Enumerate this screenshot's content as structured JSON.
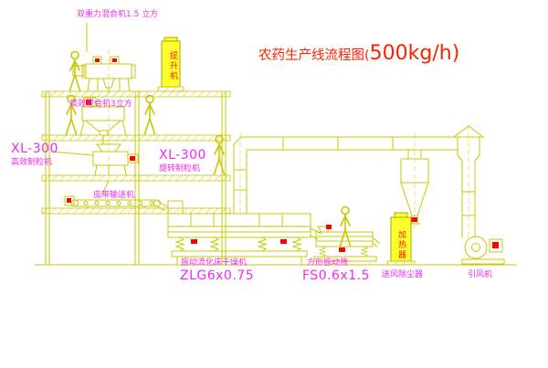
{
  "diagram": {
    "title_prefix": "农药生产线流程图(",
    "title_capacity": "500kg/h)",
    "labels": {
      "mixer_top": "双重力混合机1.5 立方",
      "mixer_mid": "高效混合机3立方",
      "granulator_left_model": "XL-300",
      "granulator_left_name": "高效制粒机",
      "granulator_mid_model": "XL-300",
      "granulator_mid_name": "旋转制粒机",
      "belt_conveyor": "皮带输送机",
      "dryer_name": "振动流化床干燥机",
      "dryer_model": "ZLG6x0.75",
      "sieve_name": "方形振动筛",
      "sieve_model": "FS0.6x1.5",
      "air_dust_filter": "送风除尘器",
      "induced_fan": "引风机",
      "cabinet_top": "提升机",
      "cabinet_right": "加热器"
    },
    "colors": {
      "background": "#ffffff",
      "line_yellow": "#c8c800",
      "label_magenta": "#ee2bee",
      "title_red": "#ff2200",
      "motor_mark_red": "#ff0000",
      "cabinet_fill_yellow": "#ffff2e"
    }
  }
}
